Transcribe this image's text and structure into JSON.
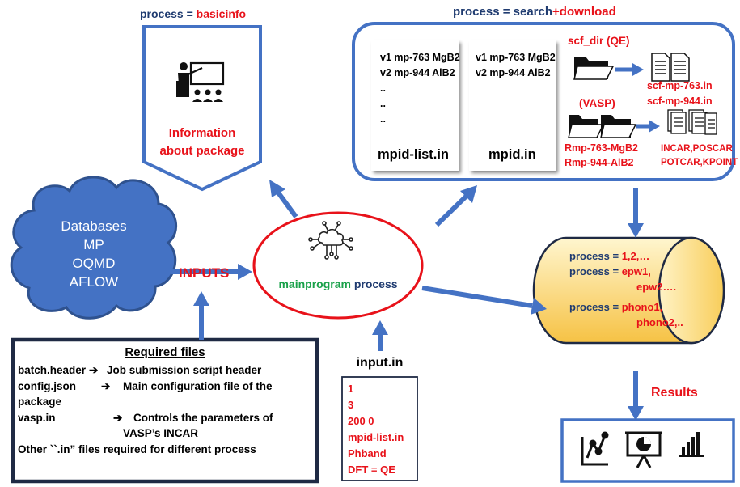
{
  "basicinfo": {
    "title_prefix": "process = ",
    "title_value": "basicinfo",
    "description_line1": "Information",
    "description_line2": "about package"
  },
  "search": {
    "title_prefix": "process = ",
    "title_value": "search",
    "title_suffix": "+download",
    "mpid_list_lines": [
      "v1 mp-763 MgB2",
      "v2 mp-944 AlB2",
      "..",
      "..",
      ".."
    ],
    "mpid_list_name": "mpid-list.in",
    "mpid_lines": [
      "v1 mp-763 MgB2",
      "v2 mp-944 AlB2"
    ],
    "mpid_name": "mpid.in",
    "qe_label": "scf_dir (QE)",
    "qe_files": [
      "scf-mp-763.in",
      "scf-mp-944.in"
    ],
    "vasp_label": "(VASP)",
    "vasp_dirs": [
      "Rmp-763-MgB2",
      "Rmp-944-AlB2"
    ],
    "vasp_files": [
      "INCAR,POSCAR",
      "POTCAR,KPOINT"
    ]
  },
  "databases": {
    "lines": [
      "Databases",
      "MP",
      "OQMD",
      "AFLOW"
    ]
  },
  "inputs_label": "INPUTS",
  "main": {
    "word1": "mainprogram",
    "word2": "process"
  },
  "required": {
    "title": "Required files",
    "rows": [
      {
        "name": "batch.header",
        "desc": "Job submission script header"
      },
      {
        "name": "config.json",
        "desc": "Main configuration file of the"
      },
      {
        "name": "package",
        "desc": ""
      },
      {
        "name": "vasp.in",
        "desc": "Controls the parameters of"
      },
      {
        "name": "",
        "desc": "VASP’s INCAR"
      }
    ],
    "footer": "Other ``.in” files required for different process"
  },
  "input_in": {
    "title": "input.in",
    "lines": [
      "1",
      "3",
      "200 0",
      "mpid-list.in",
      "Phband",
      "DFT = QE"
    ]
  },
  "cylinder": {
    "prefix": "process = ",
    "rows": [
      {
        "prefix": "process = ",
        "value": "1,2,…"
      },
      {
        "prefix": "process = ",
        "value": "epw1,"
      },
      {
        "prefix": "",
        "value": "epw2…."
      },
      {
        "prefix": "process = ",
        "value": "phono1,"
      },
      {
        "prefix": "",
        "value": "phono2,.."
      }
    ]
  },
  "results": {
    "label": "Results",
    "icons": [
      "line-chart-icon",
      "presentation-pie-icon",
      "bar-chart-icon"
    ]
  },
  "colors": {
    "blue": "#4472c4",
    "red": "#e8121a",
    "navy": "#1f3b70",
    "green": "#1aa14a",
    "cloud": "#4472c4",
    "dark_border": "#1f2a44"
  }
}
